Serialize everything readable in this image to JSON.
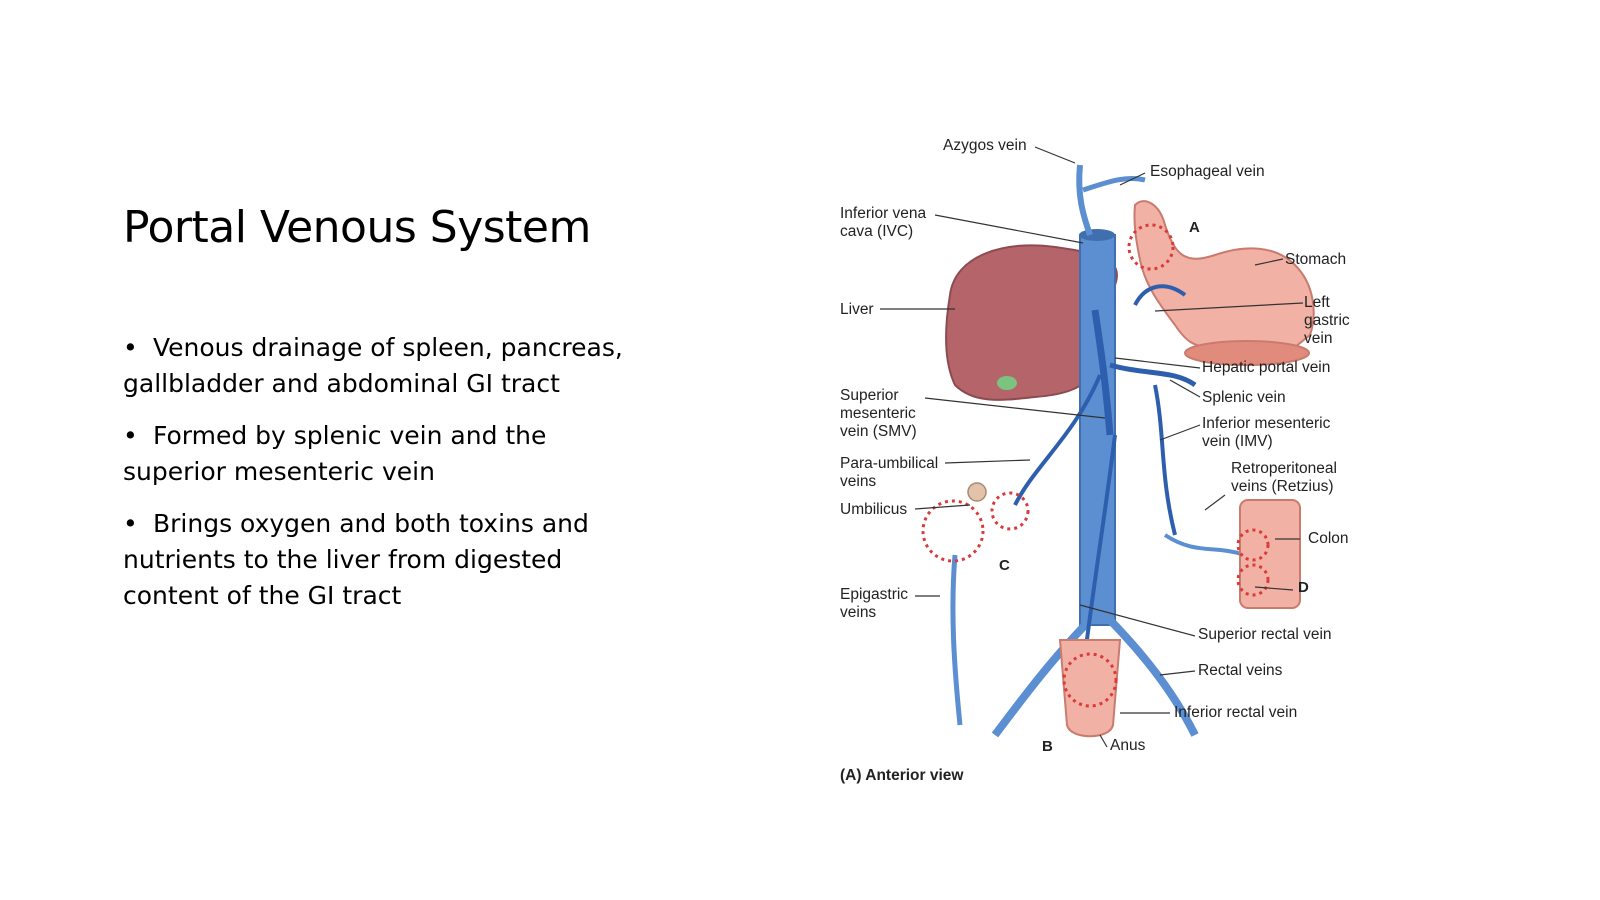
{
  "slide": {
    "title": "Portal Venous System",
    "bullets": [
      "Venous drainage of spleen, pancreas, gallbladder and abdominal GI tract",
      "Formed by splenic vein and the superior mesenteric vein",
      "Brings oxygen and both toxins and nutrients to the liver from digested content of the GI tract"
    ]
  },
  "figure": {
    "labels": {
      "azygos": "Azygos vein",
      "esophageal": "Esophageal vein",
      "ivc": "Inferior vena\ncava (IVC)",
      "stomach": "Stomach",
      "liver": "Liver",
      "left_gastric": "Left\ngastric\nvein",
      "hepatic_portal": "Hepatic portal vein",
      "splenic": "Splenic vein",
      "smv": "Superior\nmesenteric\nvein (SMV)",
      "imv": "Inferior mesenteric\nvein (IMV)",
      "para_umbilical": "Para-umbilical\nveins",
      "retroperitoneal": "Retroperitoneal\nveins (Retzius)",
      "umbilicus": "Umbilicus",
      "colon": "Colon",
      "epigastric": "Epigastric\nveins",
      "superior_rectal": "Superior rectal vein",
      "rectal": "Rectal veins",
      "inferior_rectal": "Inferior rectal vein",
      "anus": "Anus"
    },
    "letters": {
      "a": "A",
      "b": "B",
      "c": "C",
      "d": "D"
    },
    "caption": "(A) Anterior view"
  }
}
